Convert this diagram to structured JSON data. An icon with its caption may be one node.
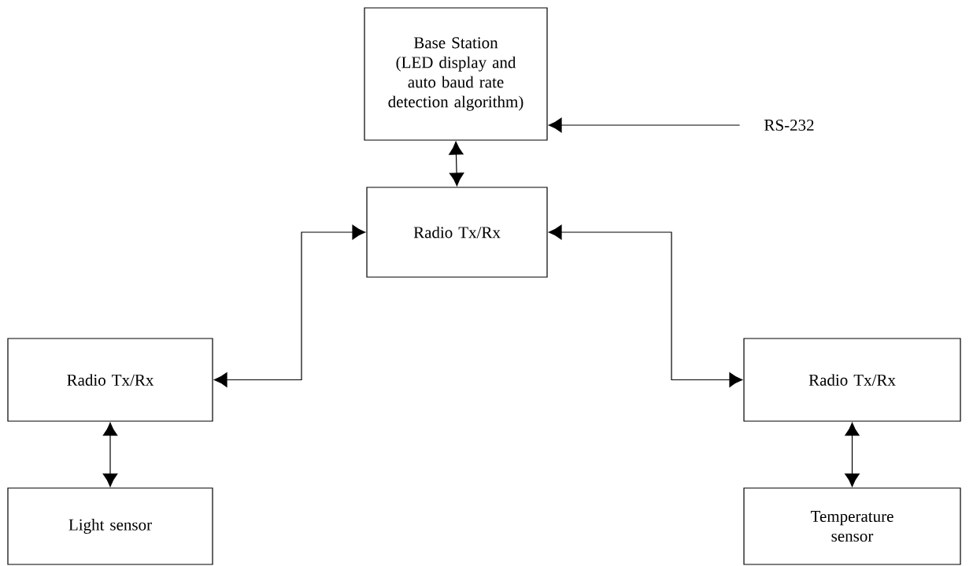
{
  "diagram": {
    "nodes": [
      {
        "text": [
          "Base Station (LED display and auto baud rate detection algorithm)"
        ]
      },
      {
        "text": [
          "RS-232"
        ]
      },
      {
        "text": [
          "Radio Tx/Rx"
        ]
      },
      {
        "text": [
          "Radio Tx/Rx"
        ]
      },
      {
        "text": [
          "Radio Tx/Rx"
        ]
      },
      {
        "text": [
          "Light sensor"
        ]
      },
      {
        "text": [
          "Temperature sensor"
        ]
      }
    ],
    "edges": [
      {
        "from": 1,
        "to": 0,
        "arrow": "to"
      },
      {
        "from": 0,
        "to": 2,
        "arrow": "both"
      },
      {
        "from": 3,
        "to": 2,
        "arrow": "both"
      },
      {
        "from": 2,
        "to": 4,
        "arrow": "both"
      },
      {
        "from": 3,
        "to": 5,
        "arrow": "both"
      },
      {
        "from": 4,
        "to": 6,
        "arrow": "both"
      }
    ]
  }
}
